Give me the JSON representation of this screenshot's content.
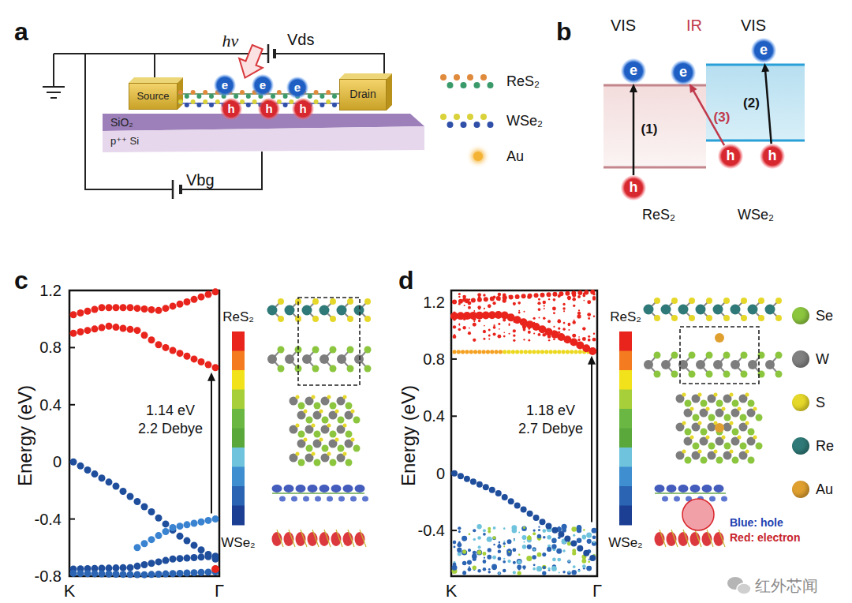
{
  "diagram": {
    "nodes": [
      {
        "text": [
          "Source"
        ]
      },
      {
        "text": [
          "Drain"
        ]
      },
      {
        "text": [
          "e"
        ]
      },
      {
        "text": [
          "e"
        ]
      },
      {
        "text": [
          "e"
        ]
      },
      {
        "text": [
          "h"
        ]
      },
      {
        "text": [
          "h"
        ]
      },
      {
        "text": [
          "h"
        ]
      },
      {
        "text": [
          "e"
        ]
      },
      {
        "text": [
          "e"
        ]
      },
      {
        "text": [
          "e"
        ]
      },
      {
        "text": [
          "h"
        ]
      },
      {
        "text": [
          "h"
        ]
      },
      {
        "text": [
          "h"
        ]
      }
    ],
    "edges": [
      {
        "from": 11,
        "to": 8,
        "label": "(1)",
        "arrow": "to"
      },
      {
        "from": 12,
        "to": 9,
        "label": "(3)",
        "arrow": "to"
      },
      {
        "from": 13,
        "to": 10,
        "label": "(2)",
        "arrow": "to"
      }
    ],
    "labels": [
      "a",
      "hν",
      "Vds",
      "SiO₂",
      "p⁺⁺ Si",
      "Vbg",
      "b",
      "VIS",
      "IR",
      "VIS",
      "ReS₂",
      "WSe₂",
      "c",
      "Energy (eV)",
      "1.2",
      "0.8",
      "0.4",
      "0",
      "-0.4",
      "-0.8",
      "K",
      "Γ",
      "1.14 eV",
      "2.2 Debye",
      "ReS₂",
      "WSe₂",
      "d",
      "Energy (eV)",
      "1.2",
      "0.8",
      "0.4",
      "0",
      "-0.4",
      "K",
      "Γ",
      "1.18 eV",
      "2.7 Debye",
      "ReS₂",
      "WSe₂",
      "Blue: hole",
      "Red: electron",
      "红外芯闻"
    ],
    "legend": [
      {
        "text": "ReS₂"
      },
      {
        "text": "WSe₂"
      },
      {
        "text": "Au",
        "color": "#f5b335"
      },
      {
        "text": "Se",
        "color": "#8cc63f"
      },
      {
        "text": "W",
        "color": "#808080"
      },
      {
        "text": "S",
        "color": "#e6d82a"
      },
      {
        "text": "Re",
        "color": "#2f7a78"
      },
      {
        "text": "Au",
        "color": "#e0a030"
      }
    ]
  }
}
